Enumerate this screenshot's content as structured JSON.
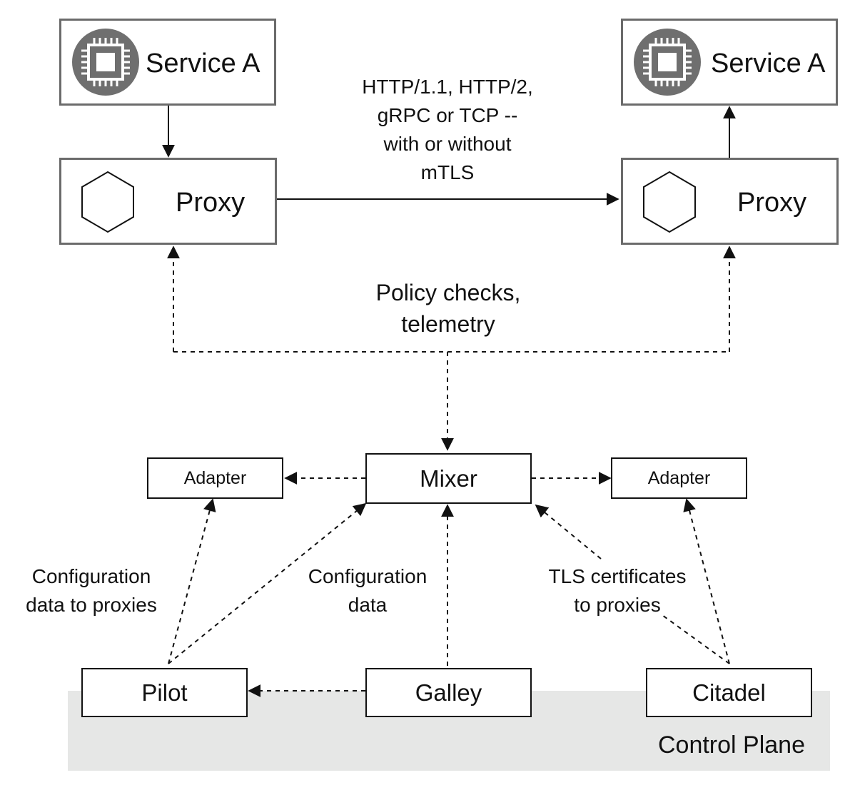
{
  "service_left": {
    "label": "Service A",
    "icon": "cpu-chip-icon"
  },
  "service_right": {
    "label": "Service A",
    "icon": "cpu-chip-icon"
  },
  "proxy_left": {
    "label": "Proxy",
    "icon": "hexagon-icon"
  },
  "proxy_right": {
    "label": "Proxy",
    "icon": "hexagon-icon"
  },
  "protocol_label": [
    "HTTP/1.1, HTTP/2,",
    "gRPC or TCP --",
    "with or without",
    "mTLS"
  ],
  "policy_label": [
    "Policy checks,",
    "telemetry"
  ],
  "mixer": {
    "label": "Mixer"
  },
  "adapter_left": {
    "label": "Adapter"
  },
  "adapter_right": {
    "label": "Adapter"
  },
  "config_proxies_label": [
    "Configuration",
    "data to proxies"
  ],
  "config_data_label": [
    "Configuration",
    "data"
  ],
  "tls_label": [
    "TLS certificates",
    "to proxies"
  ],
  "pilot": {
    "label": "Pilot"
  },
  "galley": {
    "label": "Galley"
  },
  "citadel": {
    "label": "Citadel"
  },
  "control_plane": {
    "label": "Control Plane"
  }
}
